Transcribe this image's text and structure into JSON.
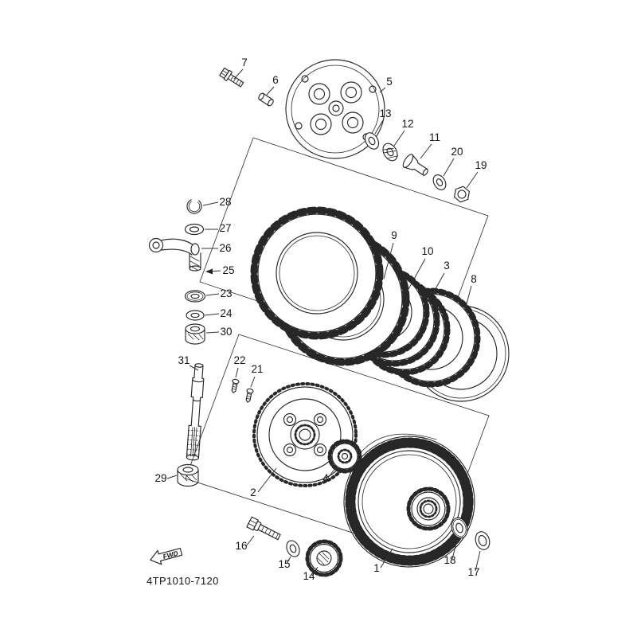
{
  "diagram": {
    "code": "4TP1010-7120",
    "fwd_label": "FWD",
    "part_labels": {
      "p1": "1",
      "p2": "2",
      "p3": "3",
      "p4": "4",
      "p5": "5",
      "p6": "6",
      "p7": "7",
      "p8": "8",
      "p9": "9",
      "p10": "10",
      "p11": "11",
      "p12": "12",
      "p13": "13",
      "p14": "14",
      "p15": "15",
      "p16": "16",
      "p17": "17",
      "p18": "18",
      "p19": "19",
      "p20": "20",
      "p21": "21",
      "p22": "22",
      "p23": "23",
      "p24": "24",
      "p25": "25",
      "p26": "26",
      "p27": "27",
      "p28": "28",
      "p29": "29",
      "p30": "30",
      "p31": "31"
    }
  }
}
